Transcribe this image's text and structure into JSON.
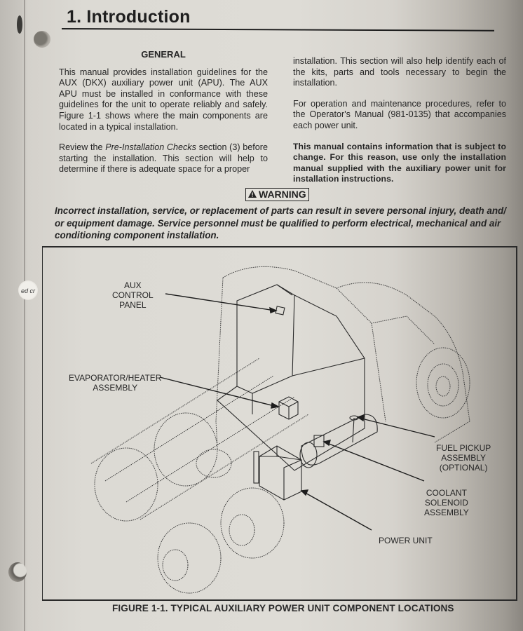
{
  "header": {
    "section_title": "1.  Introduction"
  },
  "general": {
    "heading": "GENERAL",
    "left_paragraphs": [
      "This manual provides installation guidelines for the AUX (DKX) auxiliary power unit (APU). The AUX APU must be installed in conformance with these guidelines for the unit to operate reliably and safely. Figure 1-1 shows where the main components are located in a typical installation."
    ],
    "review_prefix": "Review the ",
    "review_emphasis": "Pre-Installation Checks",
    "review_suffix": " section (3) before starting the installation. This section will help to determine if there is adequate space for a proper",
    "right_paragraphs": [
      "installation. This section will also help identify each of the kits, parts and tools necessary to begin the installation.",
      "For operation and maintenance procedures, refer to the Operator's Manual (981-0135) that accompanies each power unit."
    ],
    "notice": "This manual contains information that is subject to change.  For this reason, use only the installation manual supplied with the auxiliary power unit for installation instructions."
  },
  "warning": {
    "icon": "warning-triangle-icon",
    "label": "WARNING",
    "text": "Incorrect installation, service, or replacement of parts can result in severe personal injury, death and/ or equipment damage. Service personnel must be qualified to perform electrical, mechanical and air conditioning component installation."
  },
  "figure": {
    "caption": "FIGURE 1-1.  TYPICAL AUXILIARY POWER UNIT COMPONENT LOCATIONS",
    "callouts": {
      "aux_control_panel": "AUX\nCONTROL\nPANEL",
      "evaporator_heater": "EVAPORATOR/HEATER\nASSEMBLY",
      "fuel_pickup": "FUEL PICKUP\nASSEMBLY\n(OPTIONAL)",
      "coolant_solenoid": "COOLANT\nSOLENOID\nASSEMBLY",
      "power_unit": "POWER UNIT"
    }
  },
  "binder_hole_text": "ed cr"
}
